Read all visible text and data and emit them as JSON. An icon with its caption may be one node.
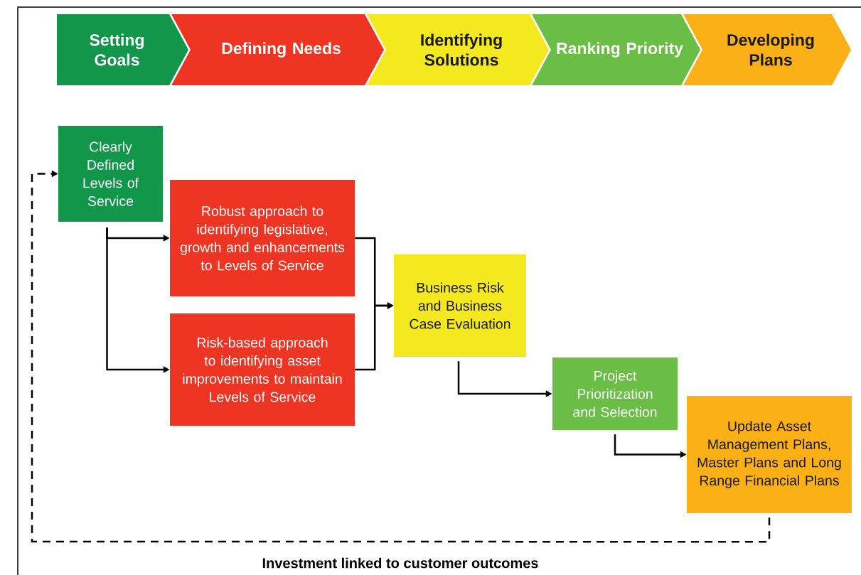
{
  "diagram": {
    "nodes": [
      {
        "text": [
          "Setting Goals"
        ]
      },
      {
        "text": [
          "Defining Needs"
        ]
      },
      {
        "text": [
          "Identifying Solutions"
        ]
      },
      {
        "text": [
          "Ranking Priority"
        ]
      },
      {
        "text": [
          "Developing Plans"
        ]
      },
      {
        "text": [
          "Clearly Defined Levels of Service"
        ]
      },
      {
        "text": [
          "Robust approach to identifying legislative, growth and enhancements to Levels of Service"
        ]
      },
      {
        "text": [
          "Risk-based approach to identifying asset improvements to maintain Levels of Service"
        ]
      },
      {
        "text": [
          "Business Risk and Business Case Evaluation"
        ]
      },
      {
        "text": [
          "Project Prioritization and Selection"
        ]
      },
      {
        "text": [
          "Update Asset Management Plans, Master Plans and Long Range Financial Plans"
        ]
      }
    ],
    "edges": [
      {
        "from": 5,
        "to": 6,
        "arrow": "to"
      },
      {
        "from": 5,
        "to": 7,
        "arrow": "to"
      },
      {
        "from": 6,
        "to": 8,
        "arrow": "to"
      },
      {
        "from": 7,
        "to": 8,
        "arrow": "to"
      },
      {
        "from": 8,
        "to": 9,
        "arrow": "to"
      },
      {
        "from": 9,
        "to": 10,
        "arrow": "to"
      },
      {
        "from": 10,
        "to": 5,
        "arrow": "to",
        "style": "dashed",
        "label": "Investment linked to customer outcomes"
      }
    ]
  }
}
